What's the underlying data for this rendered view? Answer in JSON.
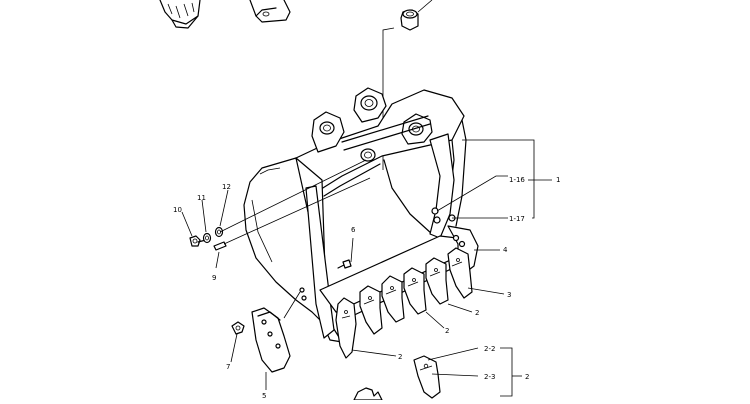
{
  "callouts": {
    "c1": "1",
    "c1_16": "1-16",
    "c1_17": "1-17",
    "c2a": "2",
    "c2b": "2",
    "c2c": "2",
    "c2_2": "2-2",
    "c2_3": "2-3",
    "c2_main": "2",
    "c3": "3",
    "c4": "4",
    "c5": "5",
    "c6": "6",
    "c7": "7",
    "c9": "9",
    "c10": "10",
    "c11": "11",
    "c12": "12"
  },
  "colors": {
    "line": "#000000",
    "background": "#ffffff"
  }
}
